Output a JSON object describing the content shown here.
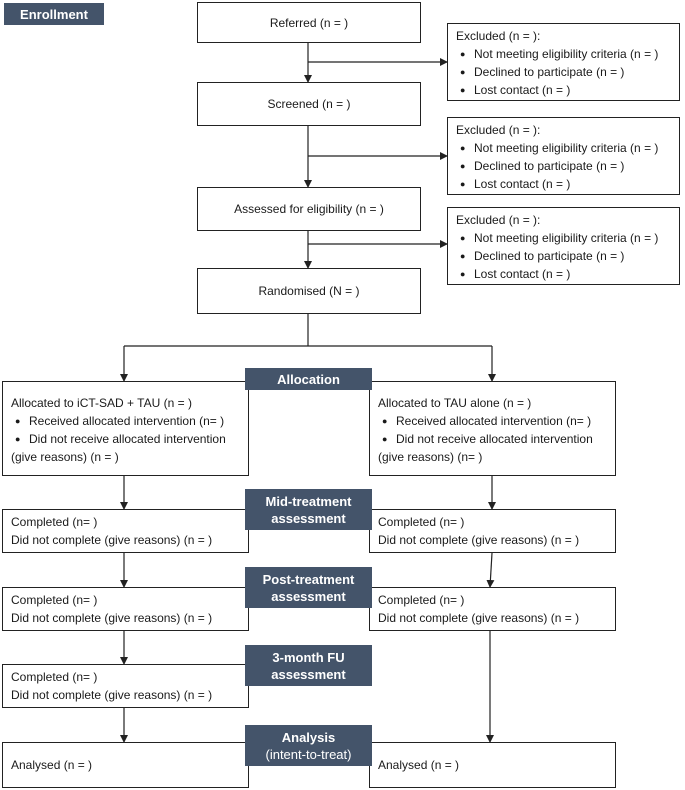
{
  "enrollment_label": "Enrollment",
  "referred": "Referred (n = )",
  "screened": "Screened (n = )",
  "assessed": "Assessed for eligibility (n = )",
  "randomised": "Randomised (N = )",
  "excluded_1": {
    "title": "Excluded (n = ):",
    "items": [
      "Not meeting eligibility criteria (n = )",
      "Declined to participate (n = )",
      "Lost contact (n = )"
    ]
  },
  "excluded_2": {
    "title": "Excluded (n = ):",
    "items": [
      "Not meeting eligibility criteria (n = )",
      "Declined to participate (n = )",
      "Lost contact (n = )"
    ]
  },
  "excluded_3": {
    "title": "Excluded (n = ):",
    "items": [
      "Not meeting eligibility criteria (n = )",
      "Declined to participate (n = )",
      "Lost contact (n = )"
    ]
  },
  "allocation_label": "Allocation",
  "allocated_left": {
    "title": "Allocated to iCT-SAD + TAU (n = )",
    "item1": "Received allocated intervention (n=  )",
    "item2": "Did not receive allocated intervention",
    "item2_cont": "(give reasons) (n =  )"
  },
  "allocated_right": {
    "title": "Allocated to TAU alone (n = )",
    "item1": "Received allocated intervention (n=  )",
    "item2": "Did not receive allocated intervention",
    "item2_cont": "(give reasons) (n=  )"
  },
  "mid_label": {
    "line1": "Mid-treatment",
    "line2": "assessment"
  },
  "post_label": {
    "line1": "Post-treatment",
    "line2": "assessment"
  },
  "fu_label": {
    "line1": "3-month FU",
    "line2": "assessment"
  },
  "analysis_label": {
    "line1": "Analysis",
    "line2": "(intent-to-treat)"
  },
  "completed": "Completed (n= )",
  "not_completed": "Did not complete (give reasons) (n = )",
  "analysed": "Analysed (n = )",
  "colors": {
    "label_bg": "#44546a",
    "border": "#222222"
  }
}
